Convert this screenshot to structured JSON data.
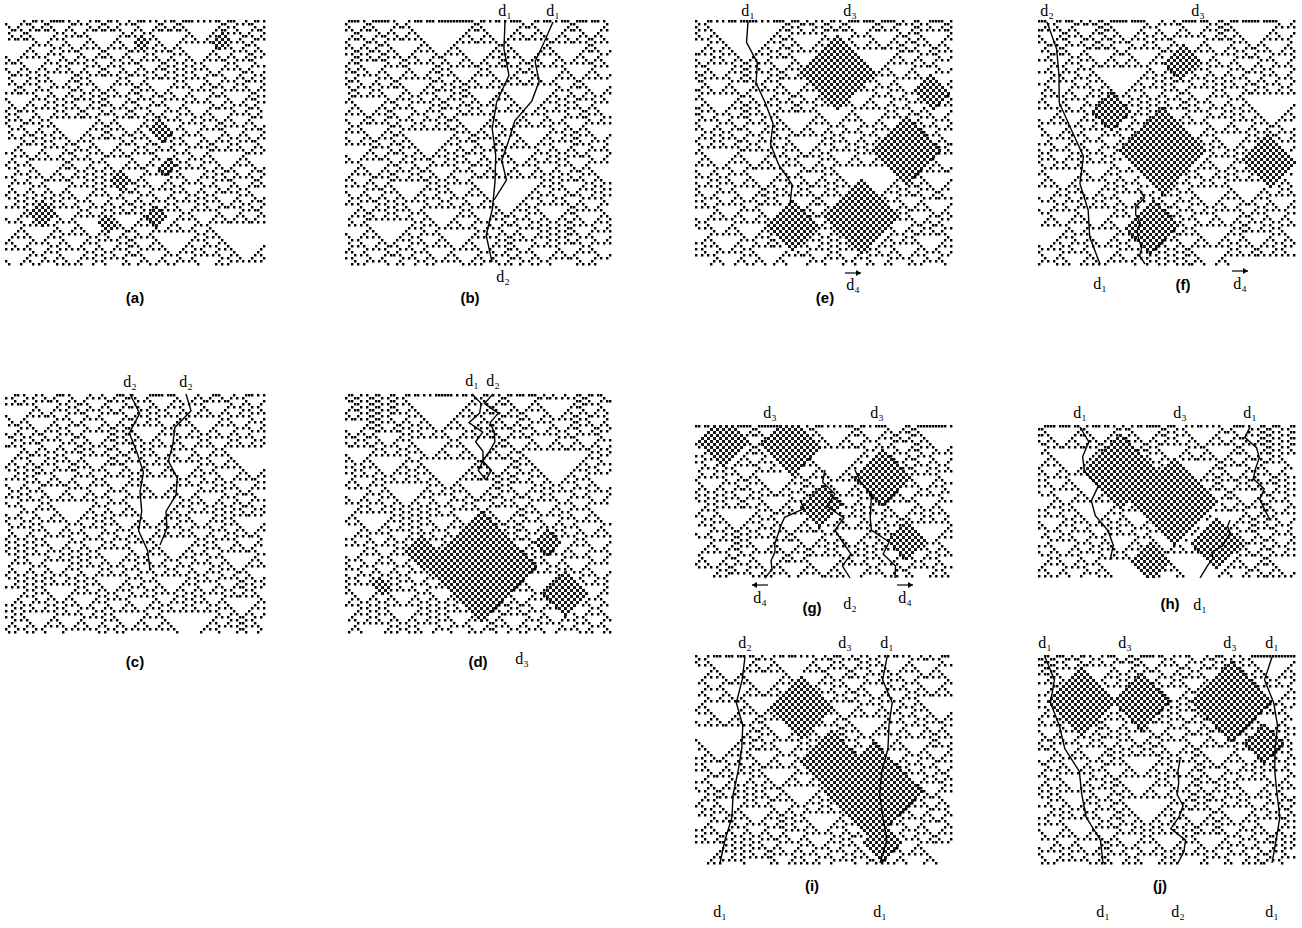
{
  "diagram": {
    "labels": [
      "(a)",
      "d₁",
      "d₁",
      "d₂",
      "(b)",
      "d₂",
      "d₂",
      "(c)",
      "d₁",
      "d₂",
      "(d)",
      "d₃",
      "d₁",
      "d₃",
      "(e)",
      "d₄",
      "d₂",
      "d₃",
      "d₁",
      "(f)",
      "d₄",
      "d₃",
      "d₃",
      "d₄",
      "(g)",
      "d₂",
      "d₄",
      "d₁",
      "d₃",
      "d₁",
      "(h)",
      "d₁",
      "d₂",
      "d₃",
      "d₁",
      "(i)",
      "d₁",
      "d₁",
      "d₁",
      "d₃",
      "d₃",
      "d₁",
      "(j)",
      "d₁",
      "d₂",
      "d₁"
    ]
  }
}
